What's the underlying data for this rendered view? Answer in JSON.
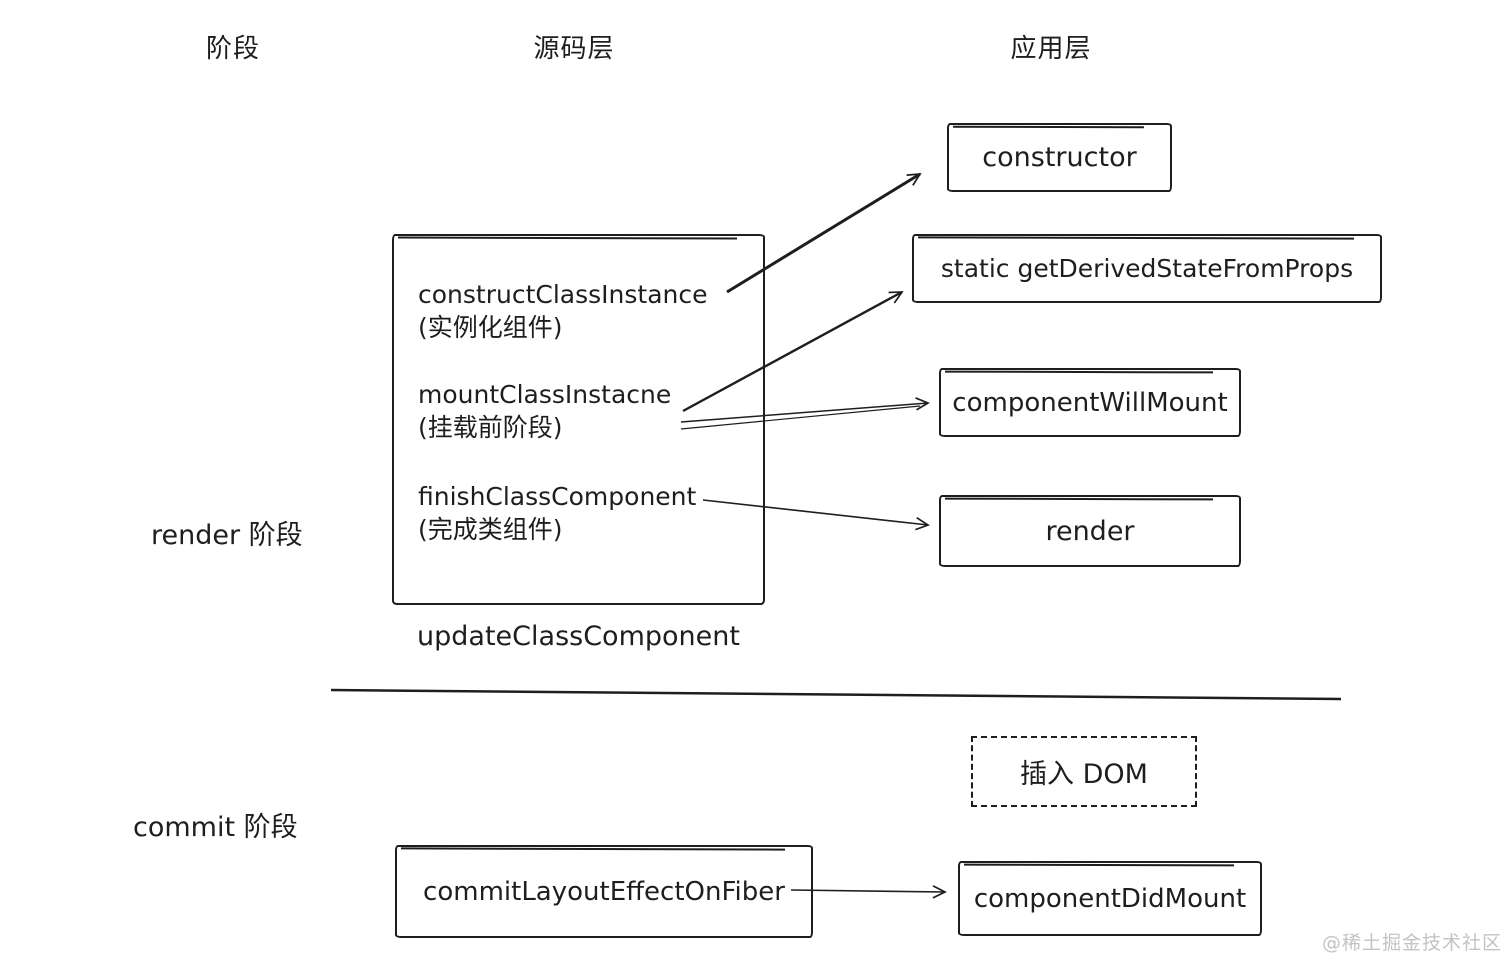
{
  "headers": {
    "phase": "阶段",
    "source": "源码层",
    "app": "应用层"
  },
  "phase_labels": {
    "render": "render 阶段",
    "commit": "commit 阶段"
  },
  "source_box": {
    "items": [
      {
        "name": "constructClassInstance",
        "note": "(实例化组件)"
      },
      {
        "name": "mountClassInstacne",
        "note": "(挂载前阶段)"
      },
      {
        "name": "finishClassComponent",
        "note": "(完成类组件)"
      }
    ],
    "caption": "updateClassComponent"
  },
  "app_layer": {
    "constructor": "constructor",
    "get_derived_state_from_props": "static getDerivedStateFromProps",
    "component_will_mount": "componentWillMount",
    "render": "render",
    "insert_dom": "插入 DOM",
    "component_did_mount": "componentDidMount"
  },
  "commit_layer": {
    "commit_layout_effect": "commitLayoutEffectOnFiber"
  },
  "watermark": "@稀土掘金技术社区",
  "colors": {
    "ink": "#1e1e1e",
    "watermark": "#c3c3c3",
    "background": "#ffffff"
  }
}
